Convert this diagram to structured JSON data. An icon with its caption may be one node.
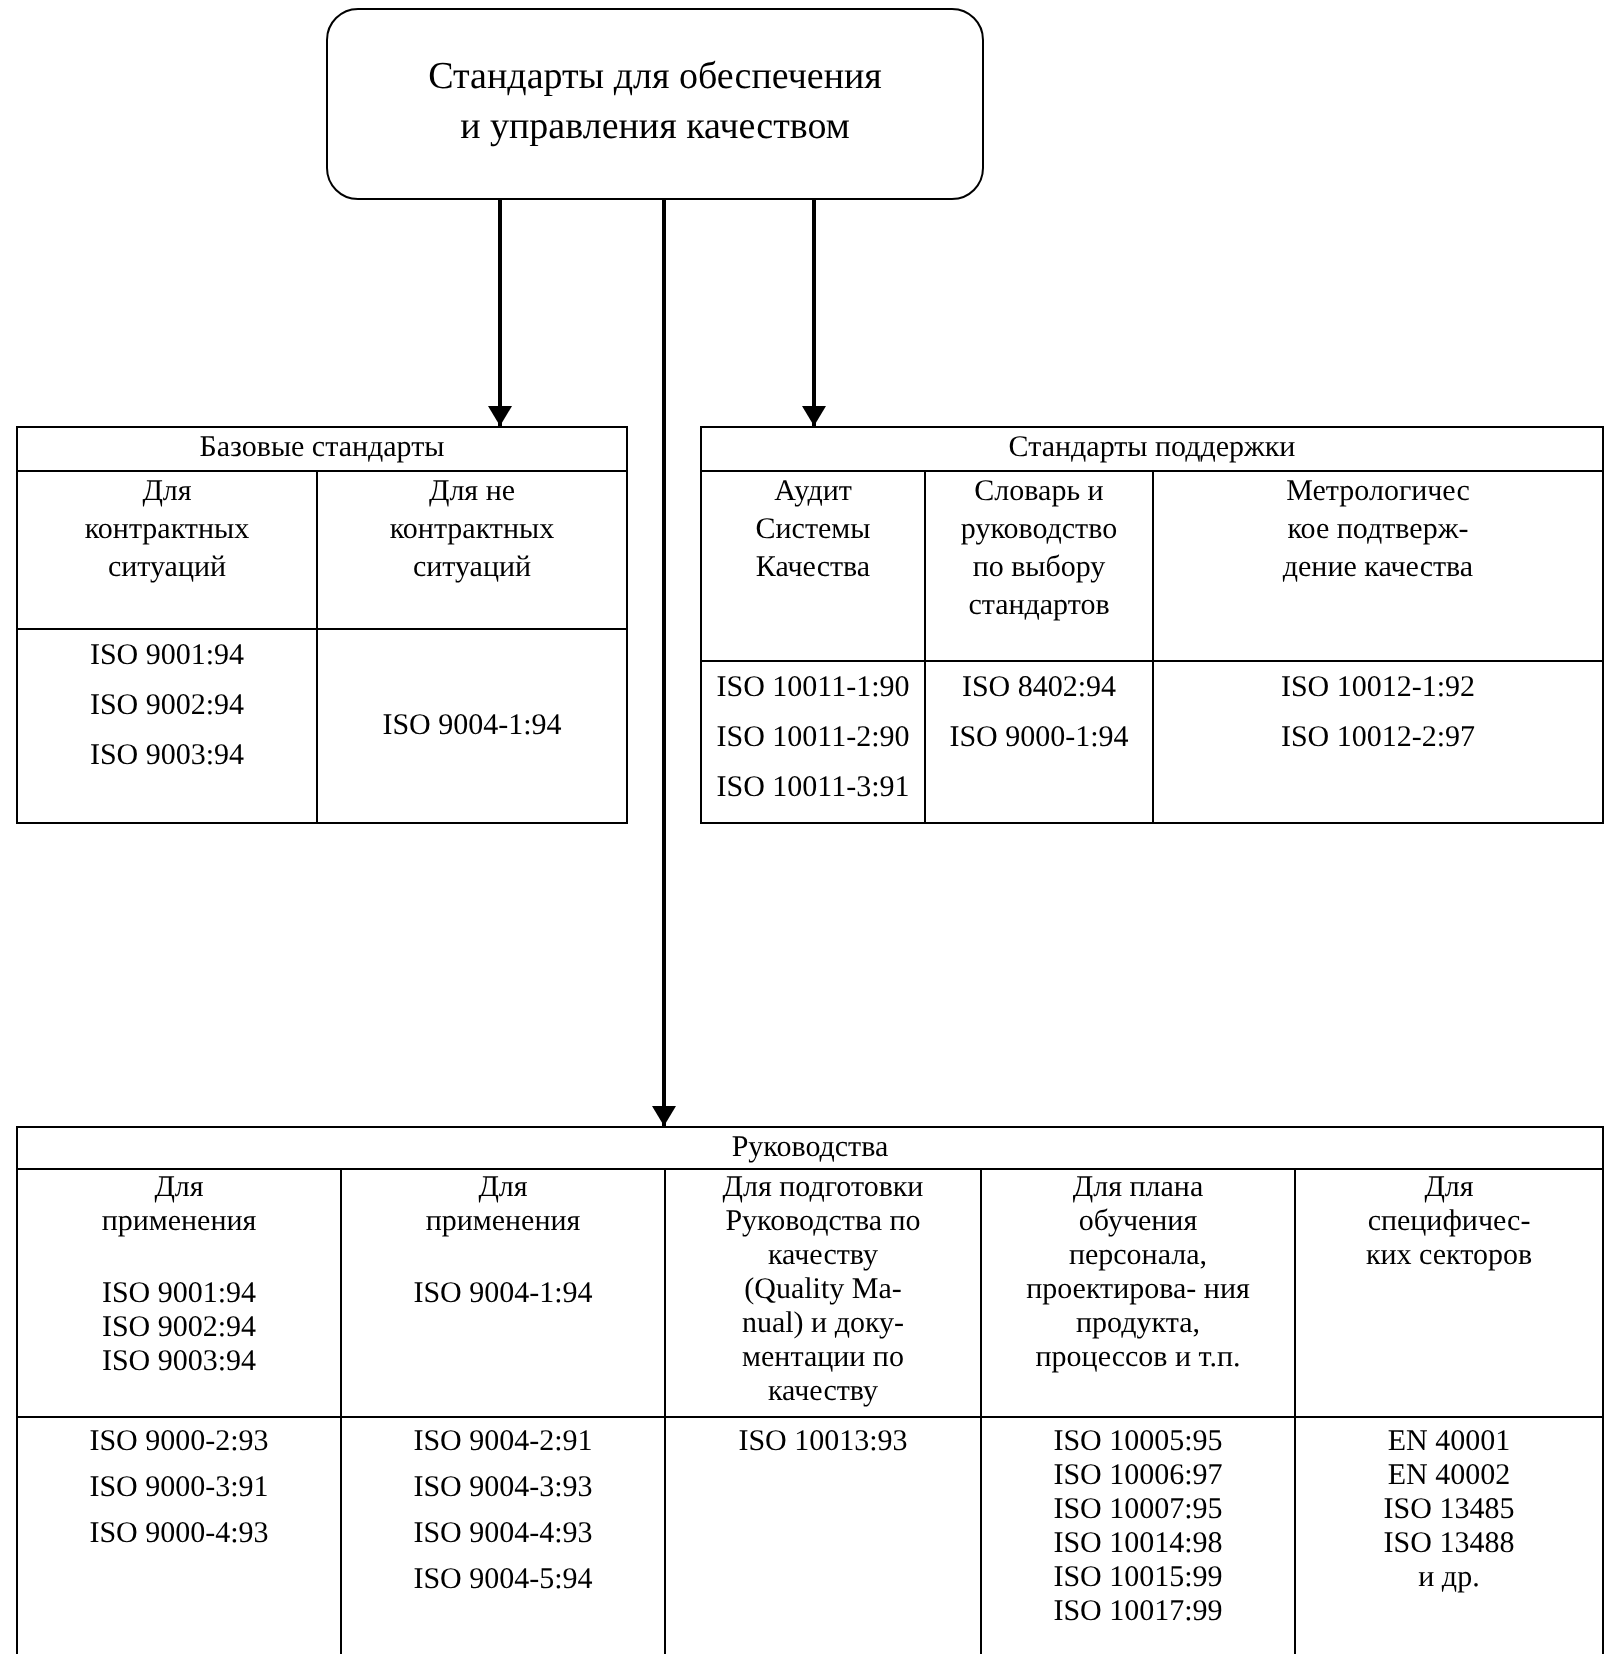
{
  "diagram": {
    "nodes": [
      {
        "text": [
          "Стандарты для обеспечения и управления качеством"
        ]
      },
      {
        "text": [
          "Базовые стандарты"
        ]
      },
      {
        "text": [
          "Для контрактных ситуаций"
        ],
        "in": 1
      },
      {
        "text": [
          "Для не контрактных ситуаций"
        ],
        "in": 1
      },
      {
        "text": [
          "ISO 9001:94",
          "ISO 9002:94",
          "ISO 9003:94"
        ],
        "in": 1
      },
      {
        "text": [
          "ISO 9004-1:94"
        ],
        "in": 1
      },
      {
        "text": [
          "Стандарты поддержки"
        ]
      },
      {
        "text": [
          "Аудит Системы Качества"
        ],
        "in": 6
      },
      {
        "text": [
          "Словарь и руководство по выбору стандартов"
        ],
        "in": 6
      },
      {
        "text": [
          "Метрологичес кое подтверж- дение качества"
        ],
        "in": 6
      },
      {
        "text": [
          "ISO 10011-1:90",
          "ISO 10011-2:90",
          "ISO 10011-3:91"
        ],
        "in": 6
      },
      {
        "text": [
          "ISO 8402:94",
          "ISO 9000-1:94"
        ],
        "in": 6
      },
      {
        "text": [
          "ISO 10012-1:92",
          "ISO 10012-2:97"
        ],
        "in": 6
      },
      {
        "text": [
          "Руководства"
        ]
      },
      {
        "text": [
          "Для применения",
          "ISO 9001:94",
          "ISO 9002:94",
          "ISO 9003:94"
        ],
        "in": 13
      },
      {
        "text": [
          "Для применения",
          "ISO 9004-1:94"
        ],
        "in": 13
      },
      {
        "text": [
          "Для подготовки Руководства по качеству (Quality Ma- nual) и доку- ментации по качеству"
        ],
        "in": 13
      },
      {
        "text": [
          "Для плана обучения персонала, проектирова- ния продукта, процессов и т.п."
        ],
        "in": 13
      },
      {
        "text": [
          "Для специфичес- ких секторов"
        ],
        "in": 13
      },
      {
        "text": [
          "ISO 9000-2:93",
          "ISO 9000-3:91",
          "ISO 9000-4:93"
        ],
        "in": 13
      },
      {
        "text": [
          "ISO 9004-2:91",
          "ISO 9004-3:93",
          "ISO 9004-4:93",
          "ISO 9004-5:94"
        ],
        "in": 13
      },
      {
        "text": [
          "ISO 10013:93"
        ],
        "in": 13
      },
      {
        "text": [
          "ISO 10005:95",
          "ISO 10006:97",
          "ISO 10007:95",
          "ISO 10014:98",
          "ISO 10015:99",
          "ISO 10017:99"
        ],
        "in": 13
      },
      {
        "text": [
          "EN 40001",
          "EN 40002",
          "ISO 13485",
          "ISO 13488",
          "и др."
        ],
        "in": 13
      }
    ],
    "edges": [
      {
        "from": 0,
        "to": 1,
        "arrow": "to"
      },
      {
        "from": 0,
        "to": 6,
        "arrow": "to"
      },
      {
        "from": 0,
        "to": 13,
        "arrow": "to"
      }
    ]
  }
}
